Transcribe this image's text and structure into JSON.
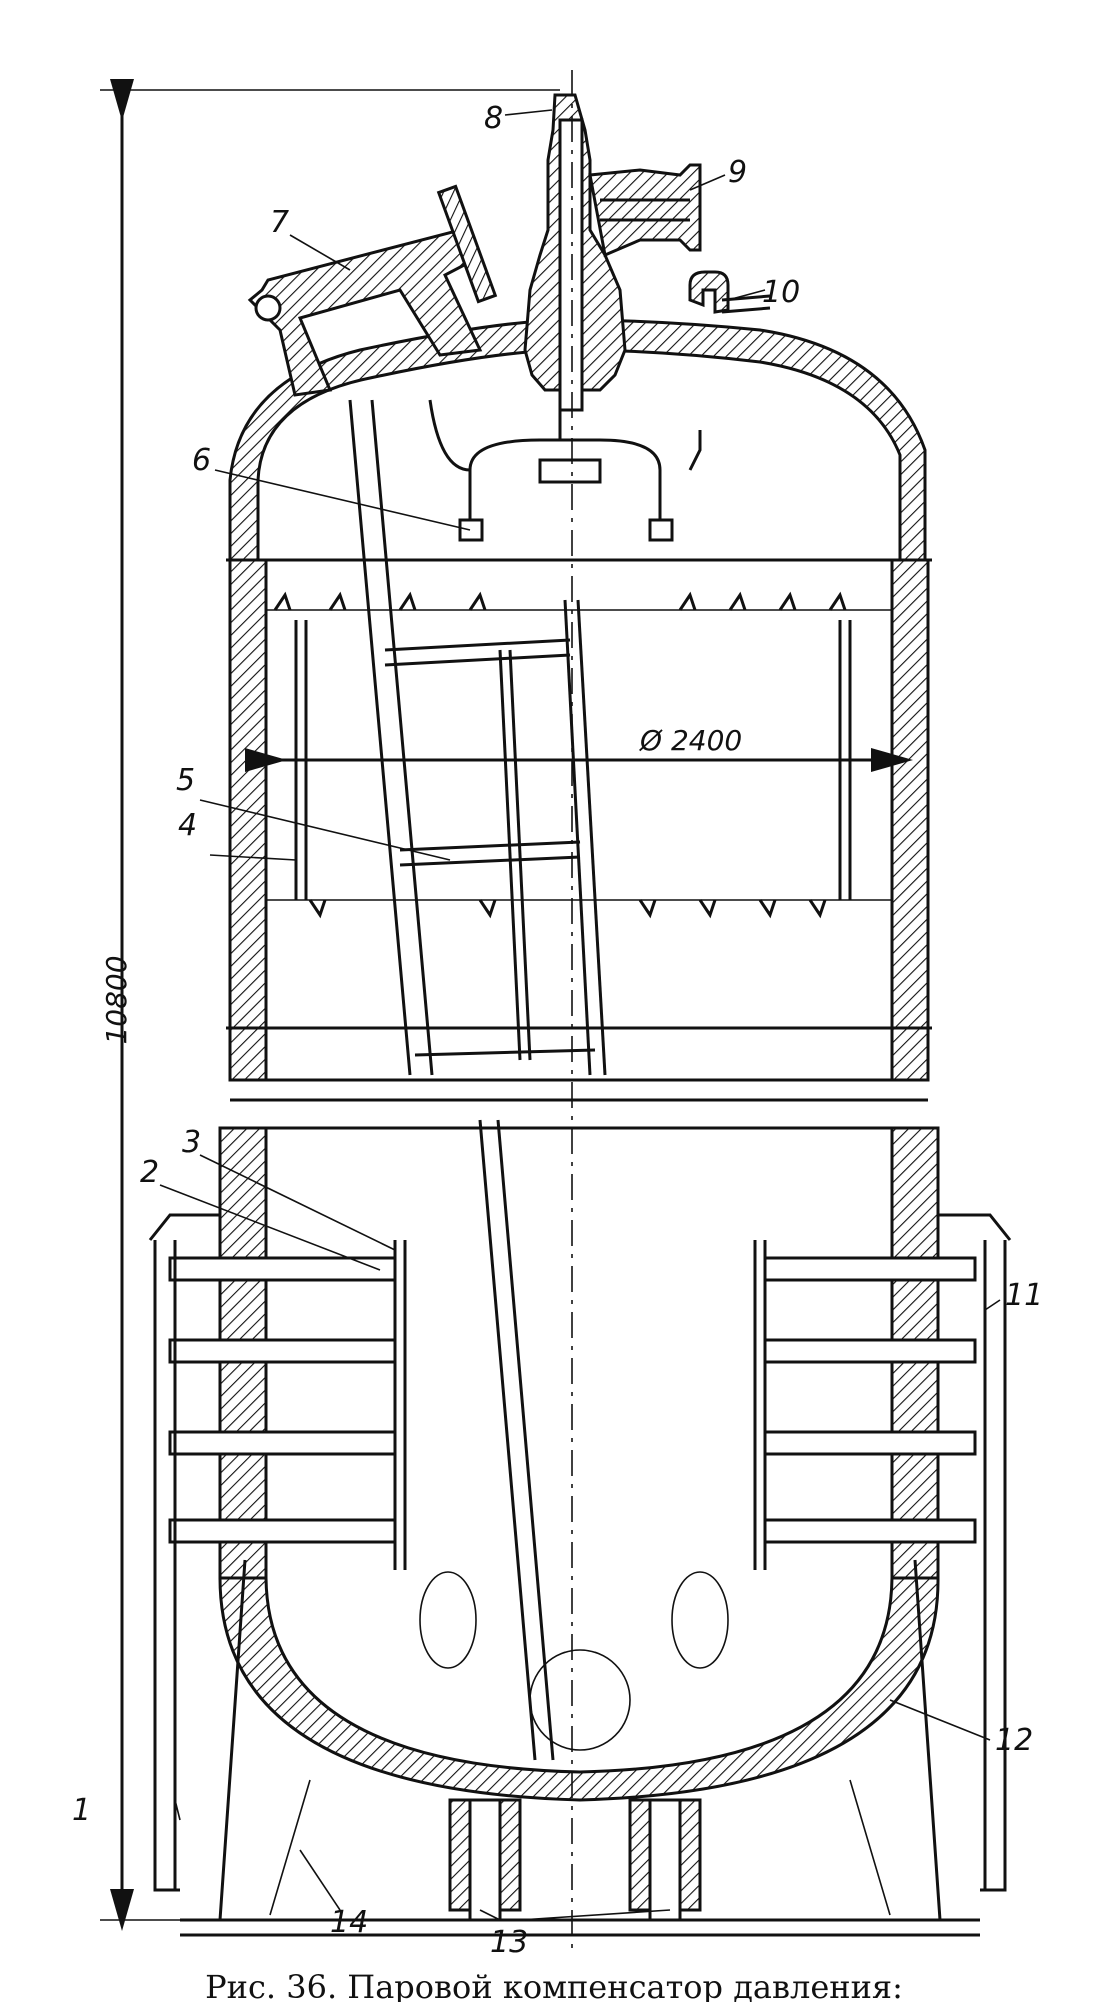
{
  "labels": {
    "l1": "1",
    "l2": "2",
    "l3": "3",
    "l4": "4",
    "l5": "5",
    "l6": "6",
    "l7": "7",
    "l8": "8",
    "l9": "9",
    "l10": "10",
    "l11": "11",
    "l12": "12",
    "l13": "13",
    "l14": "14"
  },
  "dimensions": {
    "height": "10800",
    "diameter": "Ø 2400"
  },
  "caption": "Рис. 36. Паровой компенсатор давления:"
}
